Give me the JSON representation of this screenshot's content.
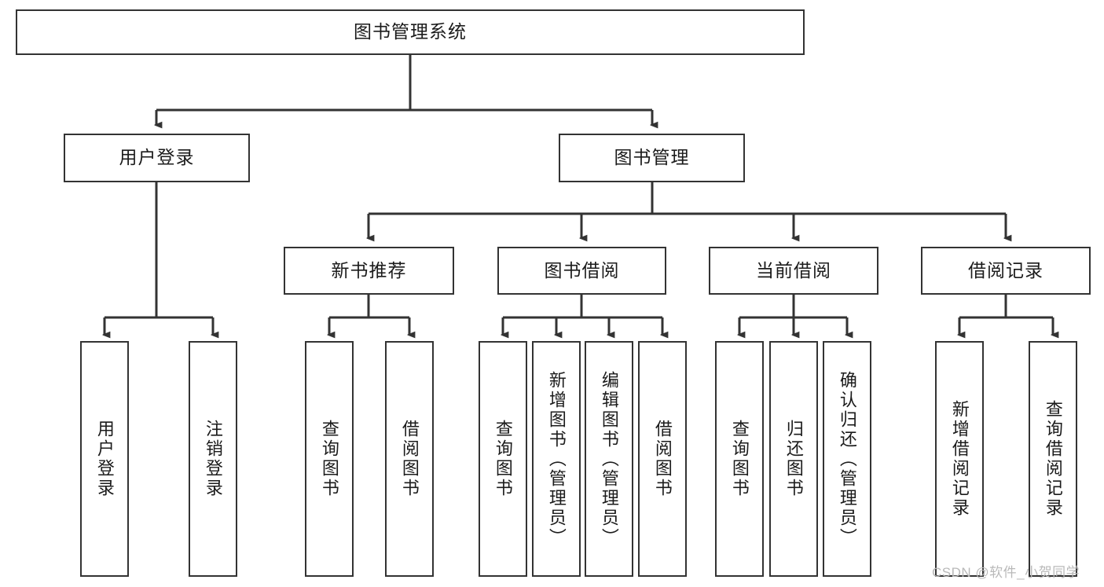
{
  "diagram": {
    "type": "tree",
    "title": "图书管理系统",
    "root": {
      "id": "root",
      "label": "图书管理系统",
      "orientation": "horizontal"
    },
    "level2": [
      {
        "id": "user-login",
        "label": "用户登录",
        "orientation": "horizontal"
      },
      {
        "id": "book-manage",
        "label": "图书管理",
        "orientation": "horizontal"
      }
    ],
    "level3": [
      {
        "id": "new-book-rec",
        "label": "新书推荐",
        "orientation": "horizontal"
      },
      {
        "id": "book-borrow",
        "label": "图书借阅",
        "orientation": "horizontal"
      },
      {
        "id": "current-borrow",
        "label": "当前借阅",
        "orientation": "horizontal"
      },
      {
        "id": "borrow-record",
        "label": "借阅记录",
        "orientation": "horizontal"
      }
    ],
    "leaves": {
      "user_login": [
        {
          "id": "leaf-user-login",
          "label": "用户登录",
          "orientation": "vertical"
        },
        {
          "id": "leaf-user-logout",
          "label": "注销登录",
          "orientation": "vertical"
        }
      ],
      "new_book_rec": [
        {
          "id": "leaf-query-book-1",
          "label": "查询图书",
          "orientation": "vertical"
        },
        {
          "id": "leaf-borrow-book-1",
          "label": "借阅图书",
          "orientation": "vertical"
        }
      ],
      "book_borrow": [
        {
          "id": "leaf-query-book-2",
          "label": "查询图书",
          "orientation": "vertical"
        },
        {
          "id": "leaf-add-book",
          "label": "新增图书（管理员）",
          "orientation": "vertical"
        },
        {
          "id": "leaf-edit-book",
          "label": "编辑图书（管理员）",
          "orientation": "vertical"
        },
        {
          "id": "leaf-borrow-book-2",
          "label": "借阅图书",
          "orientation": "vertical"
        }
      ],
      "current_borrow": [
        {
          "id": "leaf-query-book-3",
          "label": "查询图书",
          "orientation": "vertical"
        },
        {
          "id": "leaf-return-book",
          "label": "归还图书",
          "orientation": "vertical"
        },
        {
          "id": "leaf-confirm-return",
          "label": "确认归还（管理员）",
          "orientation": "vertical"
        }
      ],
      "borrow_record": [
        {
          "id": "leaf-add-record",
          "label": "新增借阅记录",
          "orientation": "vertical"
        },
        {
          "id": "leaf-query-record",
          "label": "查询借阅记录",
          "orientation": "vertical"
        }
      ]
    },
    "colors": {
      "stroke": "#333333",
      "background": "#ffffff",
      "text": "#1b1b1b",
      "watermark": "#b9b9b9"
    }
  },
  "watermark": {
    "text": "CSDN @软件_小贺同学"
  }
}
